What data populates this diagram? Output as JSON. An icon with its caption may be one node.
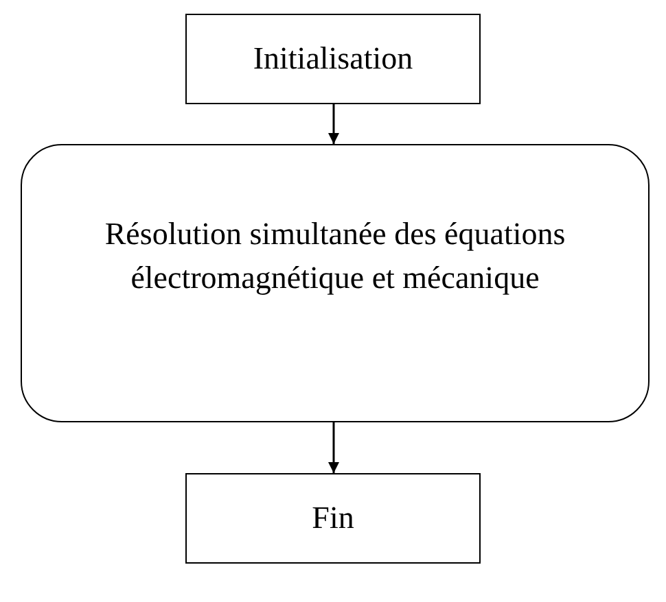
{
  "diagram": {
    "nodes": [
      {
        "text": [
          "Initialisation"
        ]
      },
      {
        "text": [
          "Résolution simultanée des équations électromagnétique et mécanique"
        ]
      },
      {
        "text": [
          "Fin"
        ]
      }
    ],
    "edges": [
      {
        "from": 0,
        "to": 1,
        "arrow": "to"
      },
      {
        "from": 1,
        "to": 2,
        "arrow": "to"
      }
    ]
  }
}
